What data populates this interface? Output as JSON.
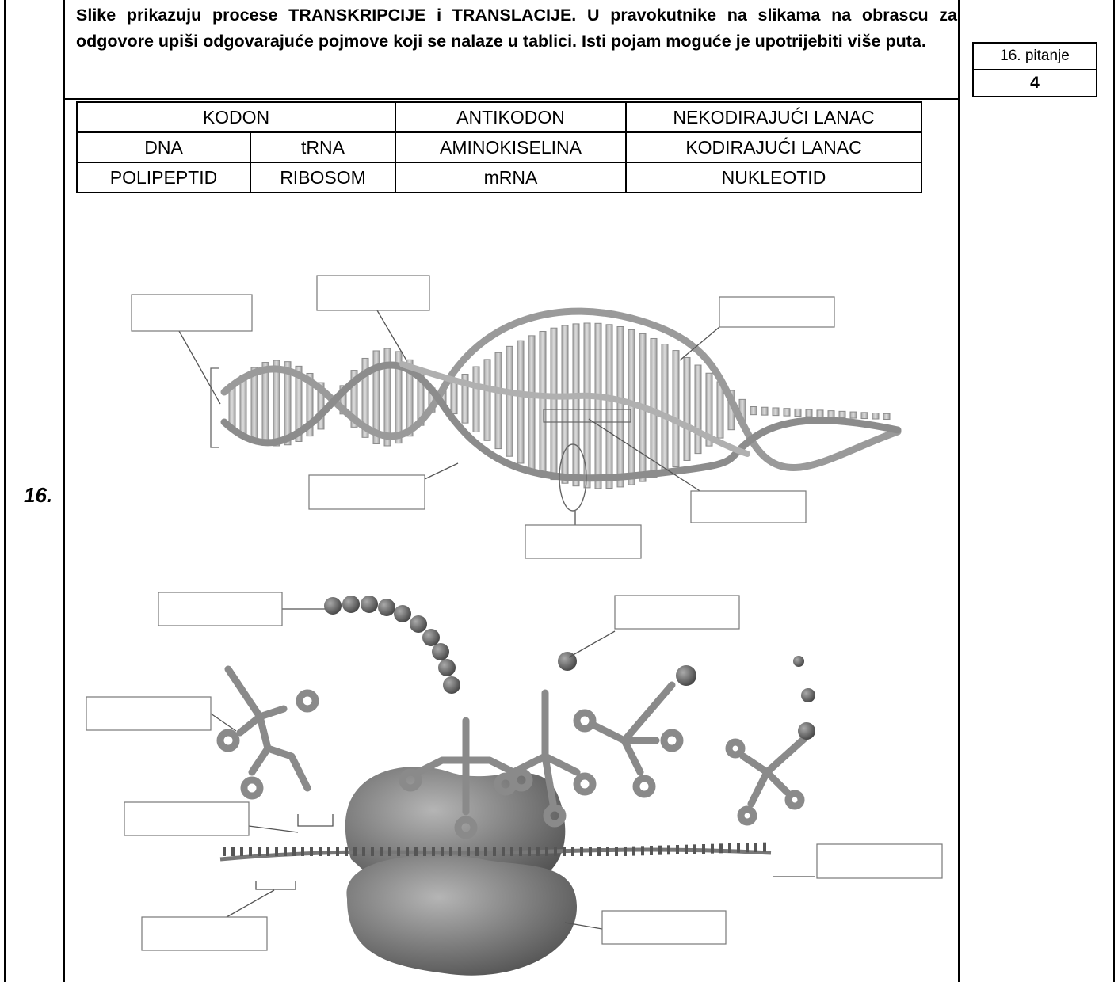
{
  "question": {
    "number": "16.",
    "instructions": "Slike prikazuju procese TRANSKRIPCIJE i TRANSLACIJE. U pravokutnike na slikama na obrascu za odgovore upiši odgovarajuće pojmove koji se nalaze u tablici. Isti pojam moguće je upotrijebiti više puta.",
    "score_label": "16. pitanje",
    "score_value": "4"
  },
  "terms_table": {
    "rows": [
      [
        "KODON",
        "ANTIKODON",
        "NEKODIRAJUĆI LANAC"
      ],
      [
        "DNA",
        "tRNA",
        "AMINOKISELINA",
        "KODIRAJUĆI LANAC"
      ],
      [
        "POLIPEPTID",
        "RIBOSOM",
        "mRNA",
        "NUKLEOTID"
      ]
    ]
  },
  "colors": {
    "border": "#000000",
    "answer_box_border": "#777777",
    "strand": "#9a9a9a",
    "ribosome": "#8a8a8a"
  }
}
